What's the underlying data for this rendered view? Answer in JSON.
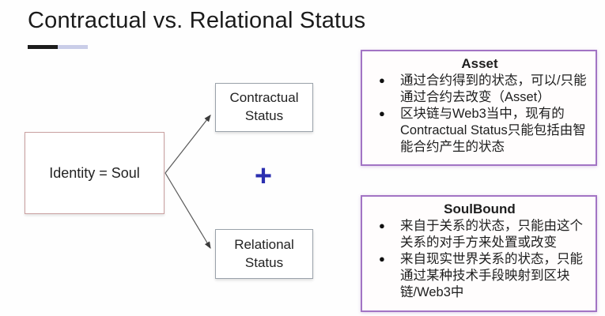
{
  "page": {
    "title": "Contractual vs. Relational Status"
  },
  "diagram": {
    "identity_label": "Identity = Soul",
    "contractual_label": "Contractual Status",
    "relational_label": "Relational Status",
    "plus_sign": "+"
  },
  "asset_panel": {
    "title": "Asset",
    "bullets": [
      "通过合约得到的状态，可以/只能通过合约去改变（Asset）",
      "区块链与Web3当中，现有的Contractual Status只能包括由智能合约产生的状态"
    ]
  },
  "soulbound_panel": {
    "title": "SoulBound",
    "bullets": [
      "来自于关系的状态，只能由这个关系的对手方来处置或改变",
      "来自现实世界关系的状态，只能通过某种技术手段映射到区块链/Web3中"
    ]
  },
  "colors": {
    "title_text": "#1b1b1b",
    "underline_dark": "#1c1c1c",
    "underline_light": "#c9cde8",
    "identity_border": "#c9a0a0",
    "status_border": "#9aa2aa",
    "panel_border": "#a274c4",
    "plus_sign": "#2b2fb0",
    "arrow": "#4a4a4a"
  }
}
